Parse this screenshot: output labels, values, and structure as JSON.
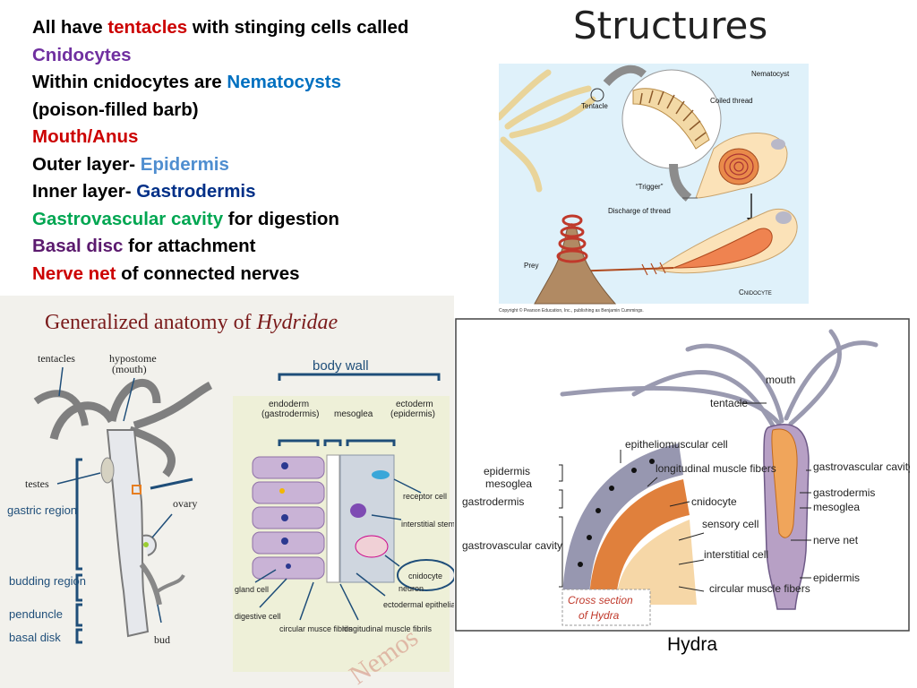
{
  "slide": {
    "title": "Structures"
  },
  "colors": {
    "red": "#cc0000",
    "purple": "#7030a0",
    "blue": "#0070c0",
    "light_blue": "#4f8ed0",
    "navy": "#002f87",
    "green": "#00a651",
    "dark_purple": "#5b1a6e",
    "anatomy_bg": "#f2f1ec",
    "figure_bg": "#dff1fa"
  },
  "bullets": [
    [
      {
        "t": "All have ",
        "c": ""
      },
      {
        "t": "tentacles",
        "c": "red"
      },
      {
        "t": " with stinging cells called",
        "c": ""
      }
    ],
    [
      {
        "t": "Cnidocytes",
        "c": "purple"
      }
    ],
    [
      {
        "t": "Within cnidocytes are ",
        "c": ""
      },
      {
        "t": "Nematocysts",
        "c": "blue"
      }
    ],
    [
      {
        "t": "(poison-filled barb)",
        "c": ""
      }
    ],
    [
      {
        "t": "Mouth/Anus",
        "c": "red"
      }
    ],
    [
      {
        "t": "Outer layer- ",
        "c": ""
      },
      {
        "t": "Epidermis",
        "c": "light_blue"
      }
    ],
    [
      {
        "t": "Inner layer- ",
        "c": ""
      },
      {
        "t": "Gastrodermis",
        "c": "navy"
      }
    ],
    [
      {
        "t": "Gastrovascular cavity",
        "c": "green"
      },
      {
        "t": " for digestion",
        "c": ""
      }
    ],
    [
      {
        "t": "Basal disc",
        "c": "dark_purple"
      },
      {
        "t": " for attachment",
        "c": ""
      }
    ],
    [
      {
        "t": "Nerve net",
        "c": "red"
      },
      {
        "t": " of connected nerves",
        "c": ""
      }
    ]
  ],
  "cnidocyte_figure": {
    "labels": {
      "tentacle": "Tentacle",
      "nematocyst": "Nematocyst",
      "coiled_thread": "Coiled thread",
      "trigger": "“Trigger”",
      "discharge": "Discharge of thread",
      "prey": "Prey",
      "cnidocyte": "Cnidocyte"
    },
    "copyright": "Copyright © Pearson Education, Inc., publishing as Benjamin Cummings."
  },
  "anatomy_figure": {
    "title_prefix": "Generalized anatomy of ",
    "title_italic": "Hydridae",
    "labels": {
      "tentacles": "tentacles",
      "hypostome": "hypostome",
      "mouth_paren": "(mouth)",
      "testes": "testes",
      "ovary": "ovary",
      "gastric_region": "gastric region",
      "budding_region": "budding region",
      "penduncle": "penduncle",
      "basal_disk": "basal disk",
      "bud": "bud",
      "body_wall": "body wall",
      "endoderm": "endoderm",
      "gastrodermis_paren": "(gastrodermis)",
      "mesoglea": "mesoglea",
      "ectoderm": "ectoderm",
      "epidermis_paren": "(epidermis)",
      "receptor_cell": "receptor cell",
      "interstitial_stem_cell": "interstitial stem cell",
      "cnidocyte": "cnidocyte",
      "neuron": "neuron",
      "ectodermal_epithelial_cell": "ectodermal epithelial cell",
      "gland_cell": "gland cell",
      "digestive_cell": "digestive cell",
      "circular_muscle_fibrils": "circular musce fibrils",
      "longitudinal_muscle_fibrils": "longitudinal muscle fibrils",
      "watermark": "Nemos"
    }
  },
  "hydra_figure": {
    "labels": {
      "mouth": "mouth",
      "tentacle": "tentacle",
      "epitheliomuscular_cell": "epitheliomuscular cell",
      "epidermis": "epidermis",
      "mesoglea": "mesoglea",
      "gastrodermis": "gastrodermis",
      "longitudinal_muscle_fibers": "longitudinal muscle fibers",
      "cnidocyte": "cnidocyte",
      "sensory_cell": "sensory cell",
      "gastrovascular_cavity": "gastrovascular cavity",
      "interstitial_cell": "interstitial cell",
      "circular_muscle_fibers": "circular muscle fibers",
      "cross_section": "Cross section",
      "of_hydra": "of Hydra",
      "r_gastrovascular_cavity": "gastrovascular cavity",
      "r_gastrodermis": "gastrodermis",
      "r_mesoglea": "mesoglea",
      "r_nerve_net": "nerve net",
      "r_epidermis": "epidermis"
    },
    "caption": "Hydra"
  }
}
